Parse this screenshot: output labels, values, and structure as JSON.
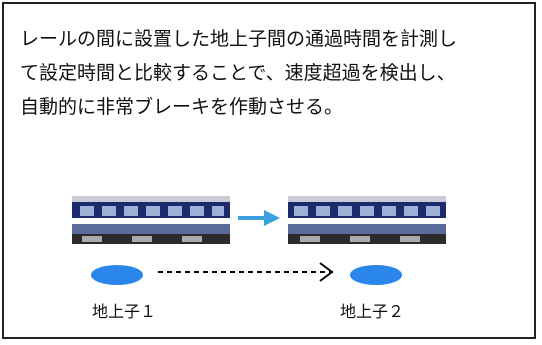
{
  "description": {
    "line1": "レールの間に設置した地上子間の通過時間を計測し",
    "line2": "て設定時間と比較することで、速度超過を検出し、",
    "line3": "自動的に非常ブレーキを作動させる。"
  },
  "diagram": {
    "beacon1_label": "地上子１",
    "beacon2_label": "地上子２",
    "colors": {
      "train_body": "#1d2a6b",
      "train_stripe": "#ffffff",
      "beacon": "#2a86e8",
      "motion_arrow": "#3b9fe0",
      "dashed_arrow": "#000000"
    }
  }
}
